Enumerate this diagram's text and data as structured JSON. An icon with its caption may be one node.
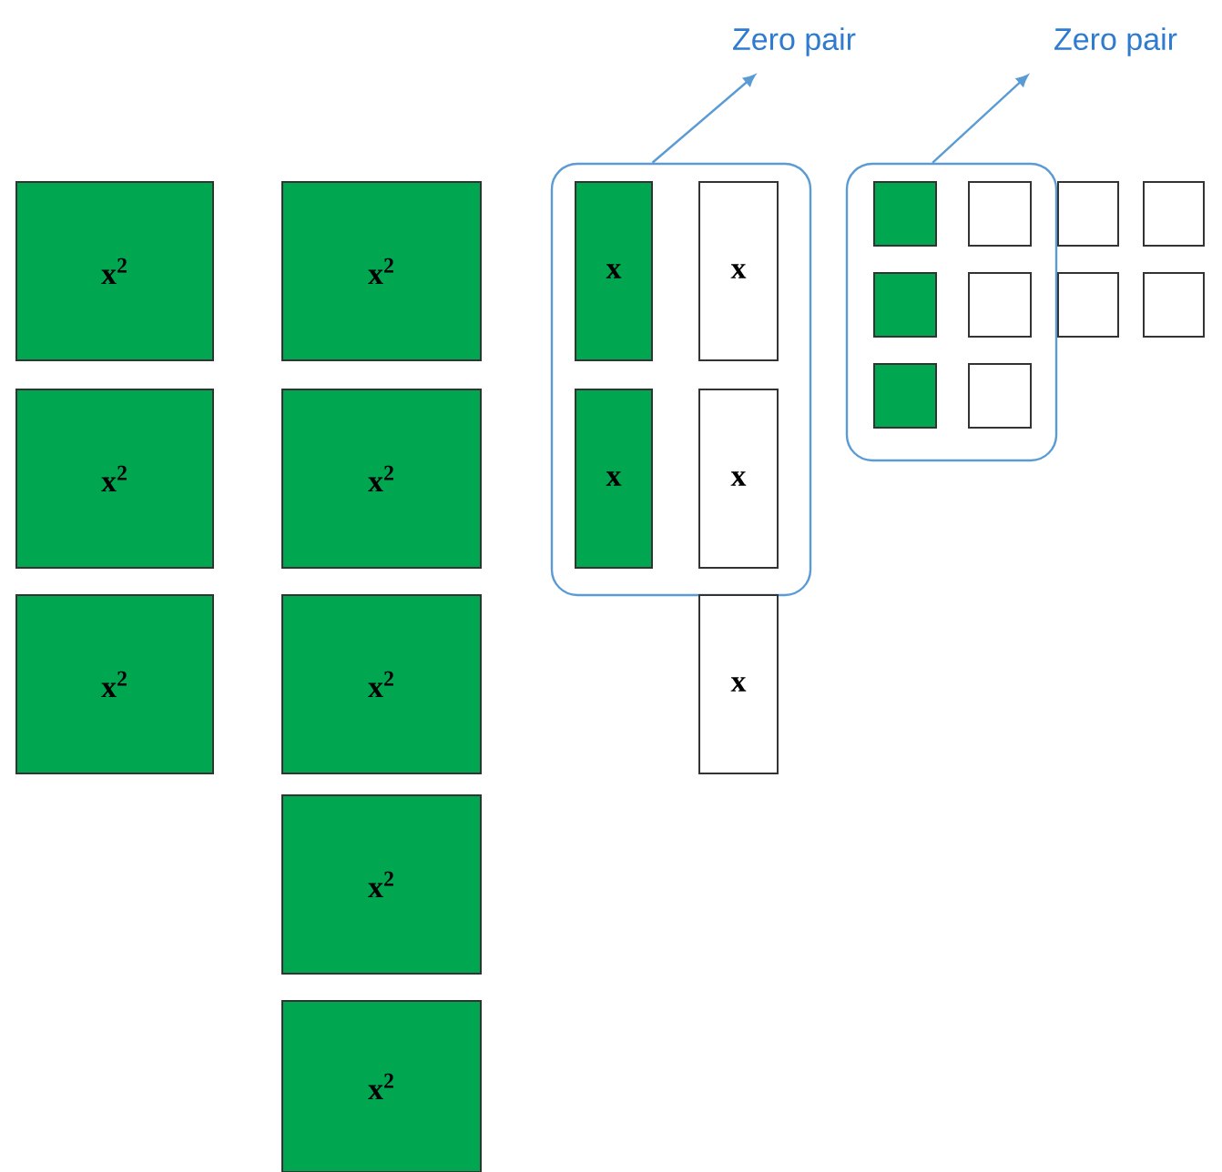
{
  "diagram": {
    "nodes": [
      {
        "text": [
          "Zero pair"
        ]
      },
      {
        "text": [
          "Zero pair"
        ]
      },
      {
        "text": [
          "x$^{2}$"
        ]
      },
      {
        "text": [
          "x$^{2}$"
        ]
      },
      {
        "text": [
          "x$^{2}$"
        ]
      },
      {
        "text": [
          "x$^{2}$"
        ]
      },
      {
        "text": [
          "x$^{2}$"
        ]
      },
      {
        "text": [
          "x$^{2}$"
        ]
      },
      {
        "text": [
          "x$^{2}$"
        ]
      },
      {
        "text": [
          "x$^{2}$"
        ]
      },
      {
        "text": [],
        "shape": "box"
      },
      {
        "text": [
          "x"
        ],
        "in": 10
      },
      {
        "text": [
          "x"
        ],
        "in": 10
      },
      {
        "text": [
          "x"
        ],
        "in": 10
      },
      {
        "text": [
          "x"
        ],
        "in": 10
      },
      {
        "text": [
          "x"
        ]
      },
      {
        "text": [],
        "shape": "box"
      },
      {
        "text": [],
        "shape": "box",
        "in": 16
      },
      {
        "text": [],
        "shape": "box",
        "in": 16
      },
      {
        "text": [],
        "shape": "box",
        "in": 16
      },
      {
        "text": [],
        "shape": "box",
        "in": 16
      },
      {
        "text": [],
        "shape": "box",
        "in": 16
      },
      {
        "text": [],
        "shape": "box",
        "in": 16
      },
      {
        "text": [],
        "shape": "box"
      },
      {
        "text": [],
        "shape": "box"
      },
      {
        "text": [],
        "shape": "box"
      },
      {
        "text": [],
        "shape": "box"
      }
    ],
    "edges": [
      {
        "from": 10,
        "to": 0,
        "arrow": "to"
      },
      {
        "from": 16,
        "to": 1,
        "arrow": "to"
      }
    ]
  }
}
